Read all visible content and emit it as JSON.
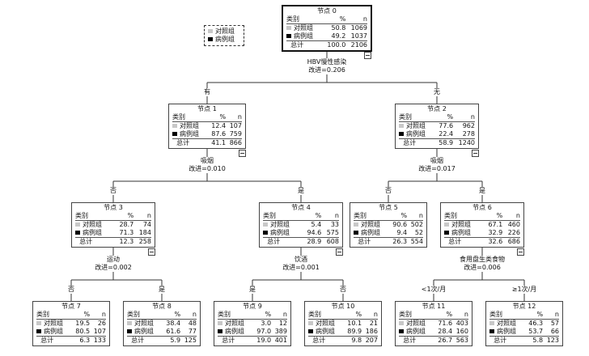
{
  "legend": {
    "items": [
      {
        "label": "对照组",
        "color": "#c8c8c8"
      },
      {
        "label": "病例组",
        "color": "#000000"
      }
    ]
  },
  "table_headers": {
    "category": "类别",
    "percent": "%",
    "n": "n",
    "total": "总计"
  },
  "nodes": [
    {
      "id": 0,
      "title": "节点 0",
      "rows": [
        [
          "对照组",
          "50.8",
          "1069"
        ],
        [
          "病例组",
          "49.2",
          "1037"
        ]
      ],
      "total": [
        "100.0",
        "2106"
      ],
      "split": {
        "variable": "HBV慢性感染",
        "improvement": "改进=0.206"
      }
    },
    {
      "id": 1,
      "title": "节点 1",
      "edge": "有",
      "rows": [
        [
          "对照组",
          "12.4",
          "107"
        ],
        [
          "病例组",
          "87.6",
          "759"
        ]
      ],
      "total": [
        "41.1",
        "866"
      ],
      "split": {
        "variable": "吸烟",
        "improvement": "改进=0.010"
      }
    },
    {
      "id": 2,
      "title": "节点 2",
      "edge": "无",
      "rows": [
        [
          "对照组",
          "77.6",
          "962"
        ],
        [
          "病例组",
          "22.4",
          "278"
        ]
      ],
      "total": [
        "58.9",
        "1240"
      ],
      "split": {
        "variable": "吸烟",
        "improvement": "改进=0.017"
      }
    },
    {
      "id": 3,
      "title": "节点 3",
      "edge": "否",
      "rows": [
        [
          "对照组",
          "28.7",
          "74"
        ],
        [
          "病例组",
          "71.3",
          "184"
        ]
      ],
      "total": [
        "12.3",
        "258"
      ],
      "split": {
        "variable": "运动",
        "improvement": "改进=0.002"
      }
    },
    {
      "id": 4,
      "title": "节点 4",
      "edge": "是",
      "rows": [
        [
          "对照组",
          "5.4",
          "33"
        ],
        [
          "病例组",
          "94.6",
          "575"
        ]
      ],
      "total": [
        "28.9",
        "608"
      ],
      "split": {
        "variable": "饮酒",
        "improvement": "改进=0.001"
      }
    },
    {
      "id": 5,
      "title": "节点 5",
      "edge": "否",
      "rows": [
        [
          "对照组",
          "90.6",
          "502"
        ],
        [
          "病例组",
          "9.4",
          "52"
        ]
      ],
      "total": [
        "26.3",
        "554"
      ]
    },
    {
      "id": 6,
      "title": "节点 6",
      "edge": "是",
      "rows": [
        [
          "对照组",
          "67.1",
          "460"
        ],
        [
          "病例组",
          "32.9",
          "226"
        ]
      ],
      "total": [
        "32.6",
        "686"
      ],
      "split": {
        "variable": "食用盘生类食物",
        "improvement": "改进=0.006"
      }
    },
    {
      "id": 7,
      "title": "节点 7",
      "edge": "否",
      "rows": [
        [
          "对照组",
          "19.5",
          "26"
        ],
        [
          "病例组",
          "80.5",
          "107"
        ]
      ],
      "total": [
        "6.3",
        "133"
      ]
    },
    {
      "id": 8,
      "title": "节点 8",
      "edge": "是",
      "rows": [
        [
          "对照组",
          "38.4",
          "48"
        ],
        [
          "病例组",
          "61.6",
          "77"
        ]
      ],
      "total": [
        "5.9",
        "125"
      ]
    },
    {
      "id": 9,
      "title": "节点 9",
      "edge": "是",
      "rows": [
        [
          "对照组",
          "3.0",
          "12"
        ],
        [
          "病例组",
          "97.0",
          "389"
        ]
      ],
      "total": [
        "19.0",
        "401"
      ]
    },
    {
      "id": 10,
      "title": "节点 10",
      "edge": "否",
      "rows": [
        [
          "对照组",
          "10.1",
          "21"
        ],
        [
          "病例组",
          "89.9",
          "186"
        ]
      ],
      "total": [
        "9.8",
        "207"
      ]
    },
    {
      "id": 11,
      "title": "节点 11",
      "edge": "<1次/月",
      "rows": [
        [
          "对照组",
          "71.6",
          "403"
        ],
        [
          "病例组",
          "28.4",
          "160"
        ]
      ],
      "total": [
        "26.7",
        "563"
      ]
    },
    {
      "id": 12,
      "title": "节点 12",
      "edge": "≥1次/月",
      "rows": [
        [
          "对照组",
          "46.3",
          "57"
        ],
        [
          "病例组",
          "53.7",
          "66"
        ]
      ],
      "total": [
        "5.8",
        "123"
      ]
    }
  ]
}
